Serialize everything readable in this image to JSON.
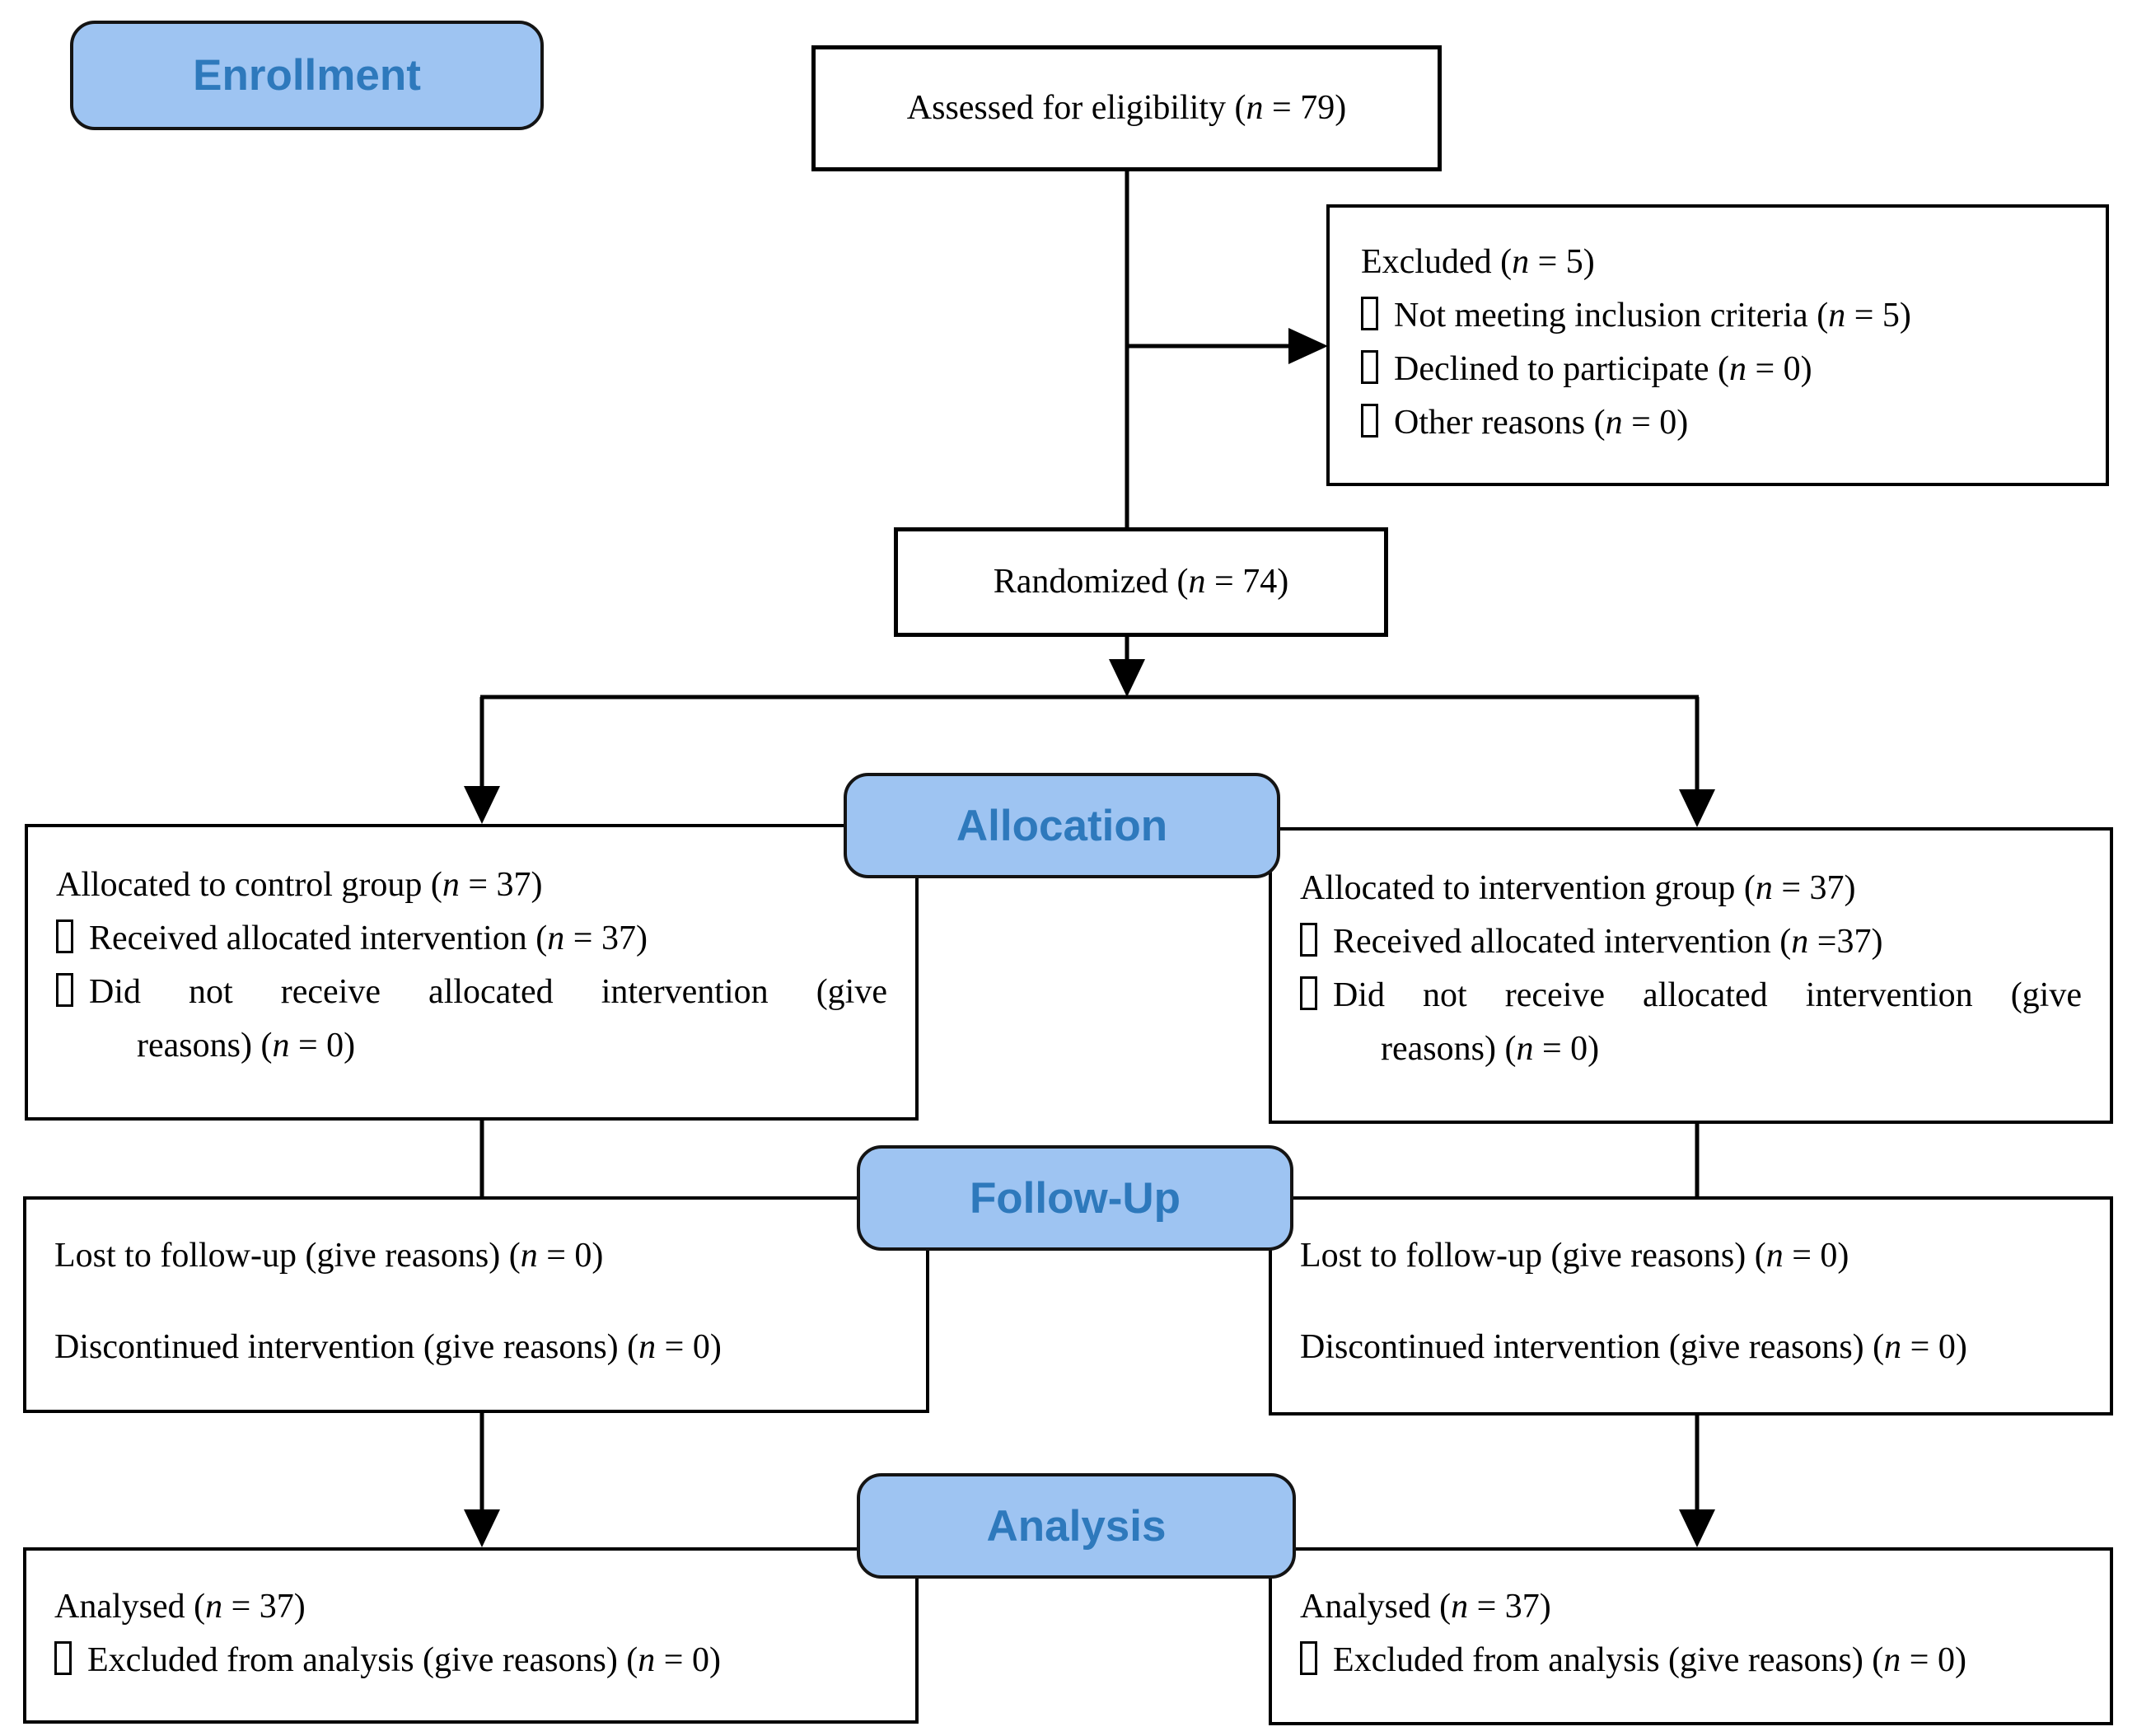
{
  "colors": {
    "label_fill": "#9EC4F2",
    "label_text": "#2E79BC",
    "line": "#000000"
  },
  "labels": {
    "enrollment": "Enrollment",
    "allocation": "Allocation",
    "followup": "Follow-Up",
    "analysis": "Analysis"
  },
  "boxes": {
    "assessed": {
      "text": "Assessed for eligibility (n = 79)"
    },
    "excluded": {
      "title": "Excluded (n = 5)",
      "items": [
        "Not meeting inclusion criteria (n = 5)",
        "Declined to participate (n = 0)",
        "Other reasons (n = 0)"
      ]
    },
    "randomized": {
      "text": "Randomized (n = 74)"
    },
    "control": {
      "title": "Allocated to control group (n = 37)",
      "received": "Received allocated intervention (n = 37)",
      "not_received_line1": "Did not receive allocated intervention (give",
      "not_received_line2": "reasons) (n = 0)"
    },
    "intervention": {
      "title": "Allocated to intervention group (n = 37)",
      "received": "Received allocated intervention (n =37)",
      "not_received_line1": "Did not receive allocated intervention (give",
      "not_received_line2": "reasons) (n = 0)"
    },
    "followup_control": {
      "lost": "Lost to follow-up (give reasons) (n = 0)",
      "discontinued": "Discontinued intervention (give reasons) (n = 0)"
    },
    "followup_intervention": {
      "lost": "Lost to follow-up (give reasons) (n = 0)",
      "discontinued": "Discontinued intervention (give reasons) (n = 0)"
    },
    "analysis_control": {
      "title": "Analysed (n = 37)",
      "excluded": "Excluded from analysis (give reasons) (n = 0)"
    },
    "analysis_intervention": {
      "title": "Analysed (n = 37)",
      "excluded": "Excluded from analysis (give reasons) (n = 0)"
    }
  }
}
